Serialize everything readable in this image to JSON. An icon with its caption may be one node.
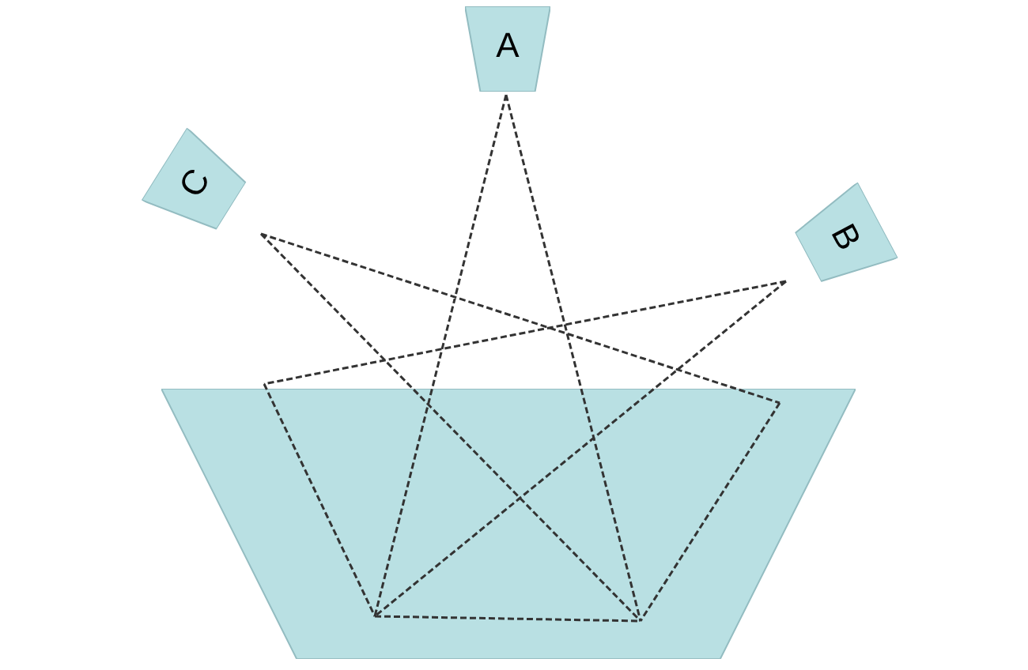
{
  "diagram": {
    "nodes": [
      {
        "text": [
          "A"
        ]
      },
      {
        "text": [
          "C"
        ]
      },
      {
        "text": [
          "B"
        ]
      },
      {
        "text": [],
        "shape": "trapezoid"
      }
    ]
  }
}
